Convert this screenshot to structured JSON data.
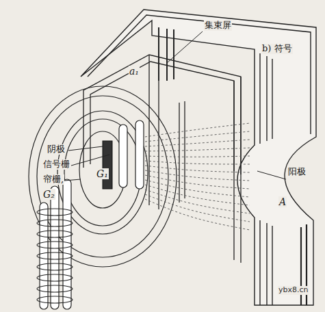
{
  "diagram": {
    "labels": [
      "集束屏",
      "a₁",
      "b) 符号",
      "阴极",
      "信号栅",
      "帘栅,",
      "G₁",
      "G₂",
      "阳极",
      "A",
      "ybx8.cn"
    ]
  }
}
